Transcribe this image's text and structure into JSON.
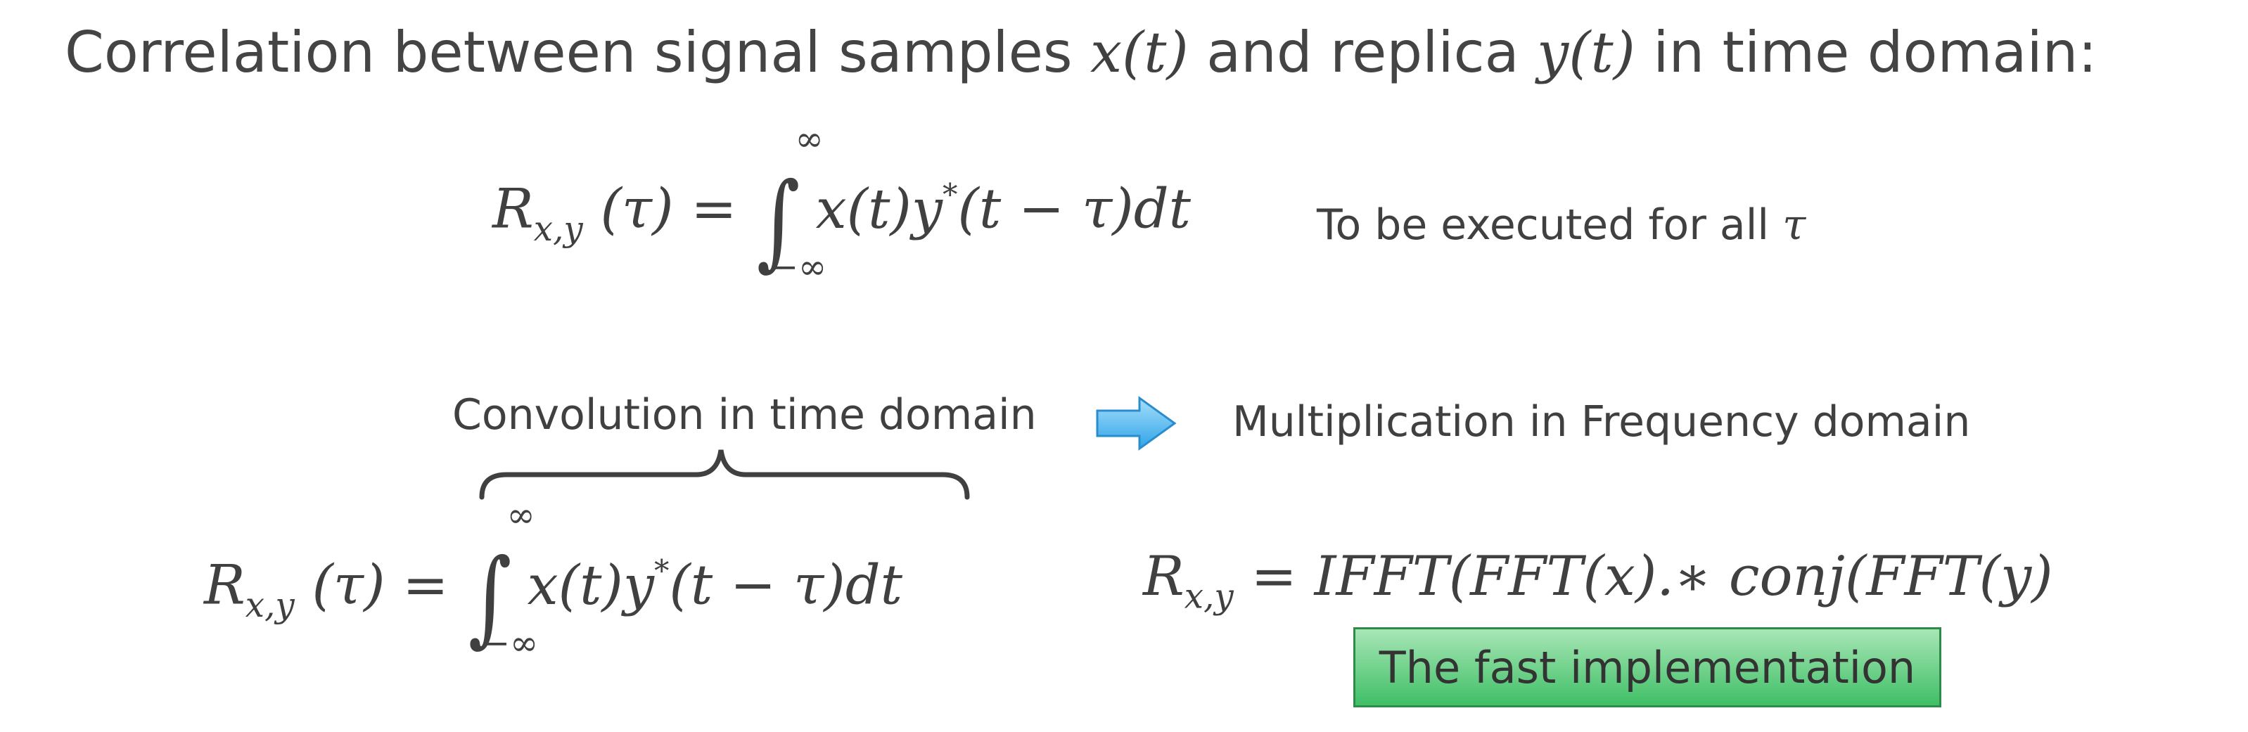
{
  "heading": {
    "prefix": "Correlation between signal samples ",
    "x_sym": "x(t)",
    "middle": " and replica ",
    "y_sym": "y(t)",
    "suffix": " in time domain:"
  },
  "equation_top": {
    "lhs_R": "R",
    "lhs_sub": "x,y",
    "lhs_arg": " (τ) = ",
    "integral": "∫",
    "upper_limit": "∞",
    "lower_limit": "−∞",
    "integrand_a": "x(t)y",
    "integrand_star": "*",
    "integrand_b": "(t − τ)dt"
  },
  "note_top": {
    "text": "To be executed for all ",
    "symbol": "τ"
  },
  "convolution_label": "Convolution in time domain",
  "multiplication_label": "Multiplication in Frequency domain",
  "equation_bottom_left": {
    "lhs_R": "R",
    "lhs_sub": "x,y",
    "lhs_arg": " (τ) = ",
    "integral": "∫",
    "upper_limit": "∞",
    "lower_limit": "−∞",
    "integrand_a": "x(t)y",
    "integrand_star": "*",
    "integrand_b": "(t − τ)dt"
  },
  "equation_bottom_right": {
    "lhs_R": "R",
    "lhs_sub": "x,y",
    "rhs": " = IFFT(FFT(x).∗ conj(FFT(y)"
  },
  "fast_impl_label": "The fast implementation",
  "colors": {
    "text": "#404040",
    "arrow_fill": "#5bbcf0",
    "arrow_stroke": "#2a8ccc",
    "box_top": "#a8e6b6",
    "box_bottom": "#3fbf66",
    "box_border": "#2e8b4a"
  },
  "icons": {
    "arrow": "right-arrow-icon",
    "brace": "curly-brace-icon"
  }
}
